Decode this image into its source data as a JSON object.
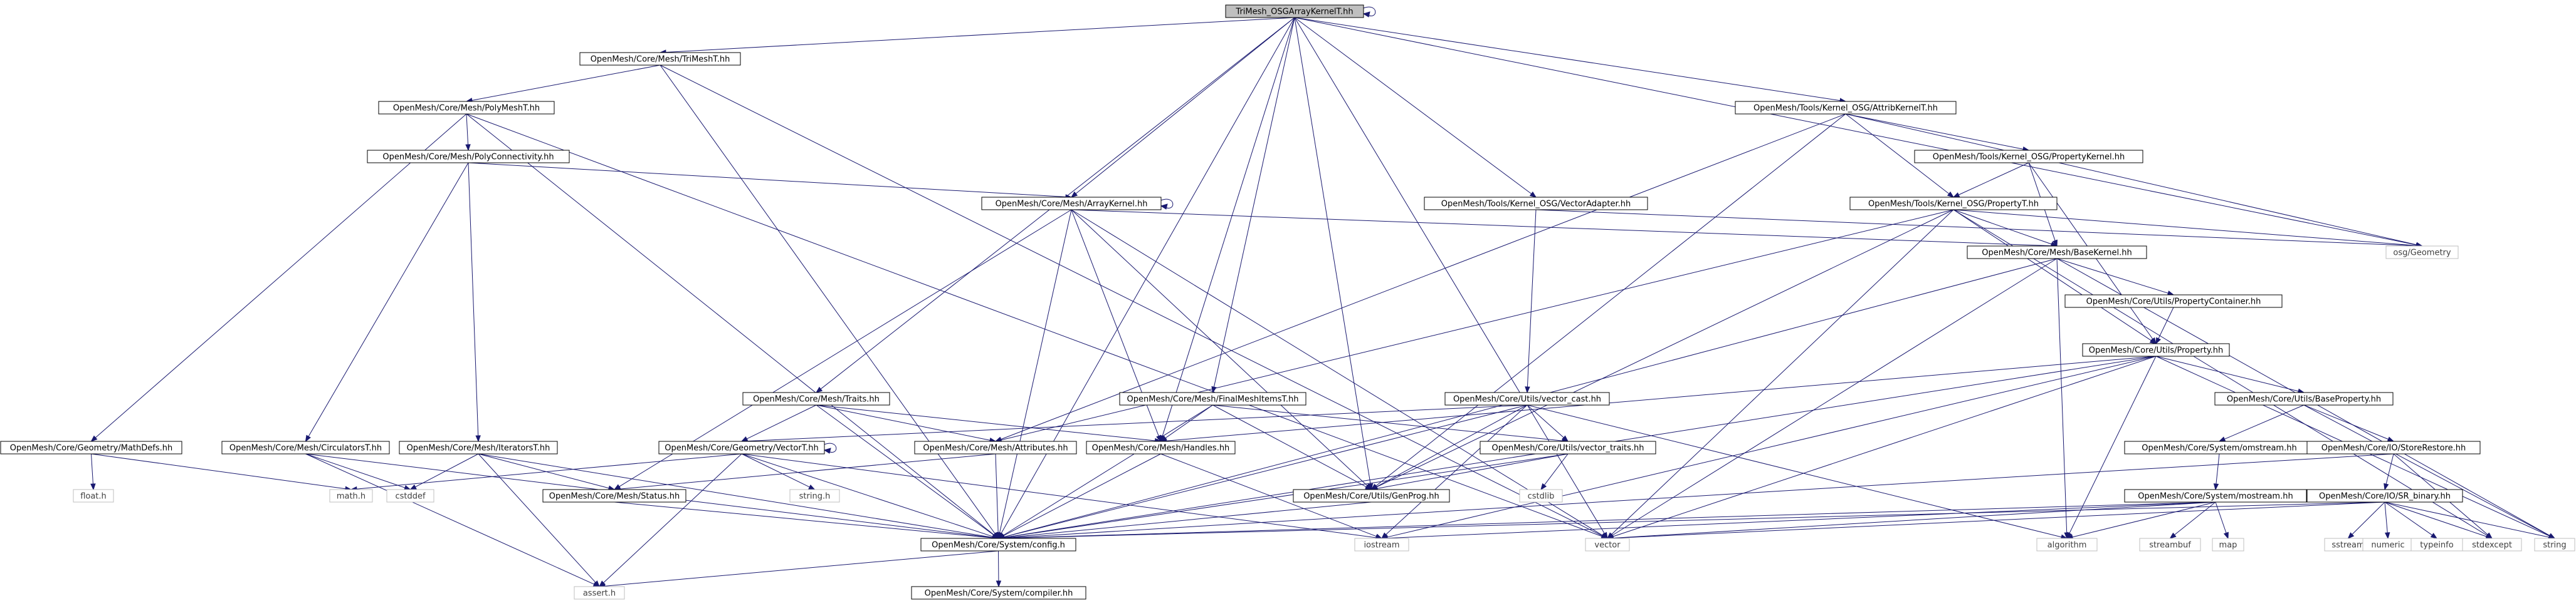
{
  "graph": {
    "nodes": [
      {
        "id": "root",
        "label": "TriMesh_OSGArrayKernelT.hh",
        "kind": "root"
      },
      {
        "id": "trimesht",
        "label": "OpenMesh/Core/Mesh/TriMeshT.hh",
        "kind": "inc"
      },
      {
        "id": "polymesht",
        "label": "OpenMesh/Core/Mesh/PolyMeshT.hh",
        "kind": "inc"
      },
      {
        "id": "polyconn",
        "label": "OpenMesh/Core/Mesh/PolyConnectivity.hh",
        "kind": "inc"
      },
      {
        "id": "arraykernel",
        "label": "OpenMesh/Core/Mesh/ArrayKernel.hh",
        "kind": "inc"
      },
      {
        "id": "attribkernel",
        "label": "OpenMesh/Tools/Kernel_OSG/AttribKernelT.hh",
        "kind": "inc"
      },
      {
        "id": "propkernel",
        "label": "OpenMesh/Tools/Kernel_OSG/PropertyKernel.hh",
        "kind": "inc"
      },
      {
        "id": "osgprop",
        "label": "OpenMesh/Tools/Kernel_OSG/PropertyT.hh",
        "kind": "inc"
      },
      {
        "id": "vecadapter",
        "label": "OpenMesh/Tools/Kernel_OSG/VectorAdapter.hh",
        "kind": "inc"
      },
      {
        "id": "basekernel",
        "label": "OpenMesh/Core/Mesh/BaseKernel.hh",
        "kind": "inc"
      },
      {
        "id": "propcontainer",
        "label": "OpenMesh/Core/Utils/PropertyContainer.hh",
        "kind": "inc"
      },
      {
        "id": "property",
        "label": "OpenMesh/Core/Utils/Property.hh",
        "kind": "inc"
      },
      {
        "id": "baseprop",
        "label": "OpenMesh/Core/Utils/BaseProperty.hh",
        "kind": "inc"
      },
      {
        "id": "omstream",
        "label": "OpenMesh/Core/System/omstream.hh",
        "kind": "inc"
      },
      {
        "id": "storerestore",
        "label": "OpenMesh/Core/IO/StoreRestore.hh",
        "kind": "inc"
      },
      {
        "id": "srbinary",
        "label": "OpenMesh/Core/IO/SR_binary.hh",
        "kind": "inc"
      },
      {
        "id": "mostream",
        "label": "OpenMesh/Core/System/mostream.hh",
        "kind": "inc"
      },
      {
        "id": "mathdefs",
        "label": "OpenMesh/Core/Geometry/MathDefs.hh",
        "kind": "inc"
      },
      {
        "id": "circulators",
        "label": "OpenMesh/Core/Mesh/CirculatorsT.hh",
        "kind": "inc"
      },
      {
        "id": "iterators",
        "label": "OpenMesh/Core/Mesh/IteratorsT.hh",
        "kind": "inc"
      },
      {
        "id": "traits",
        "label": "OpenMesh/Core/Mesh/Traits.hh",
        "kind": "inc"
      },
      {
        "id": "vectort",
        "label": "OpenMesh/Core/Geometry/VectorT.hh",
        "kind": "inc"
      },
      {
        "id": "attributes",
        "label": "OpenMesh/Core/Mesh/Attributes.hh",
        "kind": "inc"
      },
      {
        "id": "status",
        "label": "OpenMesh/Core/Mesh/Status.hh",
        "kind": "inc"
      },
      {
        "id": "finalmesh",
        "label": "OpenMesh/Core/Mesh/FinalMeshItemsT.hh",
        "kind": "inc"
      },
      {
        "id": "handles",
        "label": "OpenMesh/Core/Mesh/Handles.hh",
        "kind": "inc"
      },
      {
        "id": "vectorcast",
        "label": "OpenMesh/Core/Utils/vector_cast.hh",
        "kind": "inc"
      },
      {
        "id": "vectortraits",
        "label": "OpenMesh/Core/Utils/vector_traits.hh",
        "kind": "inc"
      },
      {
        "id": "genprog",
        "label": "OpenMesh/Core/Utils/GenProg.hh",
        "kind": "inc"
      },
      {
        "id": "config",
        "label": "OpenMesh/Core/System/config.h",
        "kind": "inc"
      },
      {
        "id": "compiler",
        "label": "OpenMesh/Core/System/compiler.hh",
        "kind": "inc"
      },
      {
        "id": "osggeom",
        "label": "osg/Geometry",
        "kind": "std"
      },
      {
        "id": "floath",
        "label": "float.h",
        "kind": "std"
      },
      {
        "id": "mathh",
        "label": "math.h",
        "kind": "std"
      },
      {
        "id": "cstddef",
        "label": "cstddef",
        "kind": "std"
      },
      {
        "id": "stringh",
        "label": "string.h",
        "kind": "std"
      },
      {
        "id": "asserth",
        "label": "assert.h",
        "kind": "std"
      },
      {
        "id": "cstdlib",
        "label": "cstdlib",
        "kind": "std"
      },
      {
        "id": "iostream",
        "label": "iostream",
        "kind": "std"
      },
      {
        "id": "vector",
        "label": "vector",
        "kind": "std"
      },
      {
        "id": "algorithm",
        "label": "algorithm",
        "kind": "std"
      },
      {
        "id": "streambuf",
        "label": "streambuf",
        "kind": "std"
      },
      {
        "id": "map",
        "label": "map",
        "kind": "std"
      },
      {
        "id": "sstream",
        "label": "sstream",
        "kind": "std"
      },
      {
        "id": "numeric",
        "label": "numeric",
        "kind": "std"
      },
      {
        "id": "typeinfo",
        "label": "typeinfo",
        "kind": "std"
      },
      {
        "id": "stdexcept",
        "label": "stdexcept",
        "kind": "std"
      },
      {
        "id": "string",
        "label": "string",
        "kind": "std"
      }
    ],
    "edges": [
      [
        "root",
        "root"
      ],
      [
        "root",
        "trimesht"
      ],
      [
        "root",
        "arraykernel"
      ],
      [
        "root",
        "attribkernel"
      ],
      [
        "root",
        "vecadapter"
      ],
      [
        "root",
        "traits"
      ],
      [
        "root",
        "finalmesh"
      ],
      [
        "root",
        "handles"
      ],
      [
        "root",
        "genprog"
      ],
      [
        "root",
        "config"
      ],
      [
        "root",
        "vector"
      ],
      [
        "root",
        "osggeom"
      ],
      [
        "trimesht",
        "polymesht"
      ],
      [
        "trimesht",
        "config"
      ],
      [
        "trimesht",
        "vector"
      ],
      [
        "polymesht",
        "polyconn"
      ],
      [
        "polymesht",
        "mathdefs"
      ],
      [
        "polymesht",
        "config"
      ],
      [
        "polymesht",
        "vector"
      ],
      [
        "polyconn",
        "arraykernel"
      ],
      [
        "polyconn",
        "circulators"
      ],
      [
        "polyconn",
        "iterators"
      ],
      [
        "arraykernel",
        "arraykernel"
      ],
      [
        "arraykernel",
        "basekernel"
      ],
      [
        "arraykernel",
        "status"
      ],
      [
        "arraykernel",
        "handles"
      ],
      [
        "arraykernel",
        "config"
      ],
      [
        "arraykernel",
        "genprog"
      ],
      [
        "arraykernel",
        "vector"
      ],
      [
        "attribkernel",
        "propkernel"
      ],
      [
        "attribkernel",
        "osgprop"
      ],
      [
        "attribkernel",
        "attributes"
      ],
      [
        "attribkernel",
        "genprog"
      ],
      [
        "attribkernel",
        "osggeom"
      ],
      [
        "propkernel",
        "osgprop"
      ],
      [
        "propkernel",
        "basekernel"
      ],
      [
        "propkernel",
        "property"
      ],
      [
        "osgprop",
        "basekernel"
      ],
      [
        "osgprop",
        "property"
      ],
      [
        "osgprop",
        "osggeom"
      ],
      [
        "osgprop",
        "vector"
      ],
      [
        "osgprop",
        "stdexcept"
      ],
      [
        "osgprop",
        "attributes"
      ],
      [
        "osgprop",
        "genprog"
      ],
      [
        "vecadapter",
        "vectorcast"
      ],
      [
        "vecadapter",
        "osggeom"
      ],
      [
        "basekernel",
        "propcontainer"
      ],
      [
        "basekernel",
        "config"
      ],
      [
        "basekernel",
        "vector"
      ],
      [
        "basekernel",
        "algorithm"
      ],
      [
        "basekernel",
        "string"
      ],
      [
        "propcontainer",
        "property"
      ],
      [
        "property",
        "baseprop"
      ],
      [
        "property",
        "handles"
      ],
      [
        "property",
        "config"
      ],
      [
        "property",
        "vector"
      ],
      [
        "property",
        "algorithm"
      ],
      [
        "property",
        "iostream"
      ],
      [
        "property",
        "string"
      ],
      [
        "baseprop",
        "omstream"
      ],
      [
        "baseprop",
        "storerestore"
      ],
      [
        "baseprop",
        "string"
      ],
      [
        "omstream",
        "mostream"
      ],
      [
        "storerestore",
        "srbinary"
      ],
      [
        "storerestore",
        "config"
      ],
      [
        "storerestore",
        "stdexcept"
      ],
      [
        "srbinary",
        "config"
      ],
      [
        "srbinary",
        "vector"
      ],
      [
        "srbinary",
        "sstream"
      ],
      [
        "srbinary",
        "numeric"
      ],
      [
        "srbinary",
        "typeinfo"
      ],
      [
        "srbinary",
        "stdexcept"
      ],
      [
        "srbinary",
        "string"
      ],
      [
        "mostream",
        "config"
      ],
      [
        "mostream",
        "iostream"
      ],
      [
        "mostream",
        "vector"
      ],
      [
        "mostream",
        "algorithm"
      ],
      [
        "mostream",
        "streambuf"
      ],
      [
        "mostream",
        "map"
      ],
      [
        "mathdefs",
        "mathh"
      ],
      [
        "mathdefs",
        "floath"
      ],
      [
        "circulators",
        "config"
      ],
      [
        "circulators",
        "asserth"
      ],
      [
        "circulators",
        "cstddef"
      ],
      [
        "iterators",
        "config"
      ],
      [
        "iterators",
        "status"
      ],
      [
        "iterators",
        "asserth"
      ],
      [
        "iterators",
        "cstddef"
      ],
      [
        "traits",
        "vectort"
      ],
      [
        "traits",
        "attributes"
      ],
      [
        "traits",
        "handles"
      ],
      [
        "traits",
        "config"
      ],
      [
        "vectort",
        "vectort"
      ],
      [
        "vectort",
        "config"
      ],
      [
        "vectort",
        "mathh"
      ],
      [
        "vectort",
        "stringh"
      ],
      [
        "vectort",
        "asserth"
      ],
      [
        "vectort",
        "iostream"
      ],
      [
        "attributes",
        "config"
      ],
      [
        "attributes",
        "status"
      ],
      [
        "status",
        "config"
      ],
      [
        "finalmesh",
        "vectortraits"
      ],
      [
        "finalmesh",
        "handles"
      ],
      [
        "finalmesh",
        "genprog"
      ],
      [
        "finalmesh",
        "config"
      ],
      [
        "handles",
        "config"
      ],
      [
        "handles",
        "iostream"
      ],
      [
        "vectorcast",
        "vectort"
      ],
      [
        "vectorcast",
        "vectortraits"
      ],
      [
        "vectorcast",
        "genprog"
      ],
      [
        "vectorcast",
        "config"
      ],
      [
        "vectorcast",
        "iostream"
      ],
      [
        "vectorcast",
        "algorithm"
      ],
      [
        "vectortraits",
        "config"
      ],
      [
        "vectortraits",
        "genprog"
      ],
      [
        "vectortraits",
        "cstdlib"
      ],
      [
        "genprog",
        "config"
      ],
      [
        "config",
        "compiler"
      ],
      [
        "config",
        "asserth"
      ]
    ]
  }
}
